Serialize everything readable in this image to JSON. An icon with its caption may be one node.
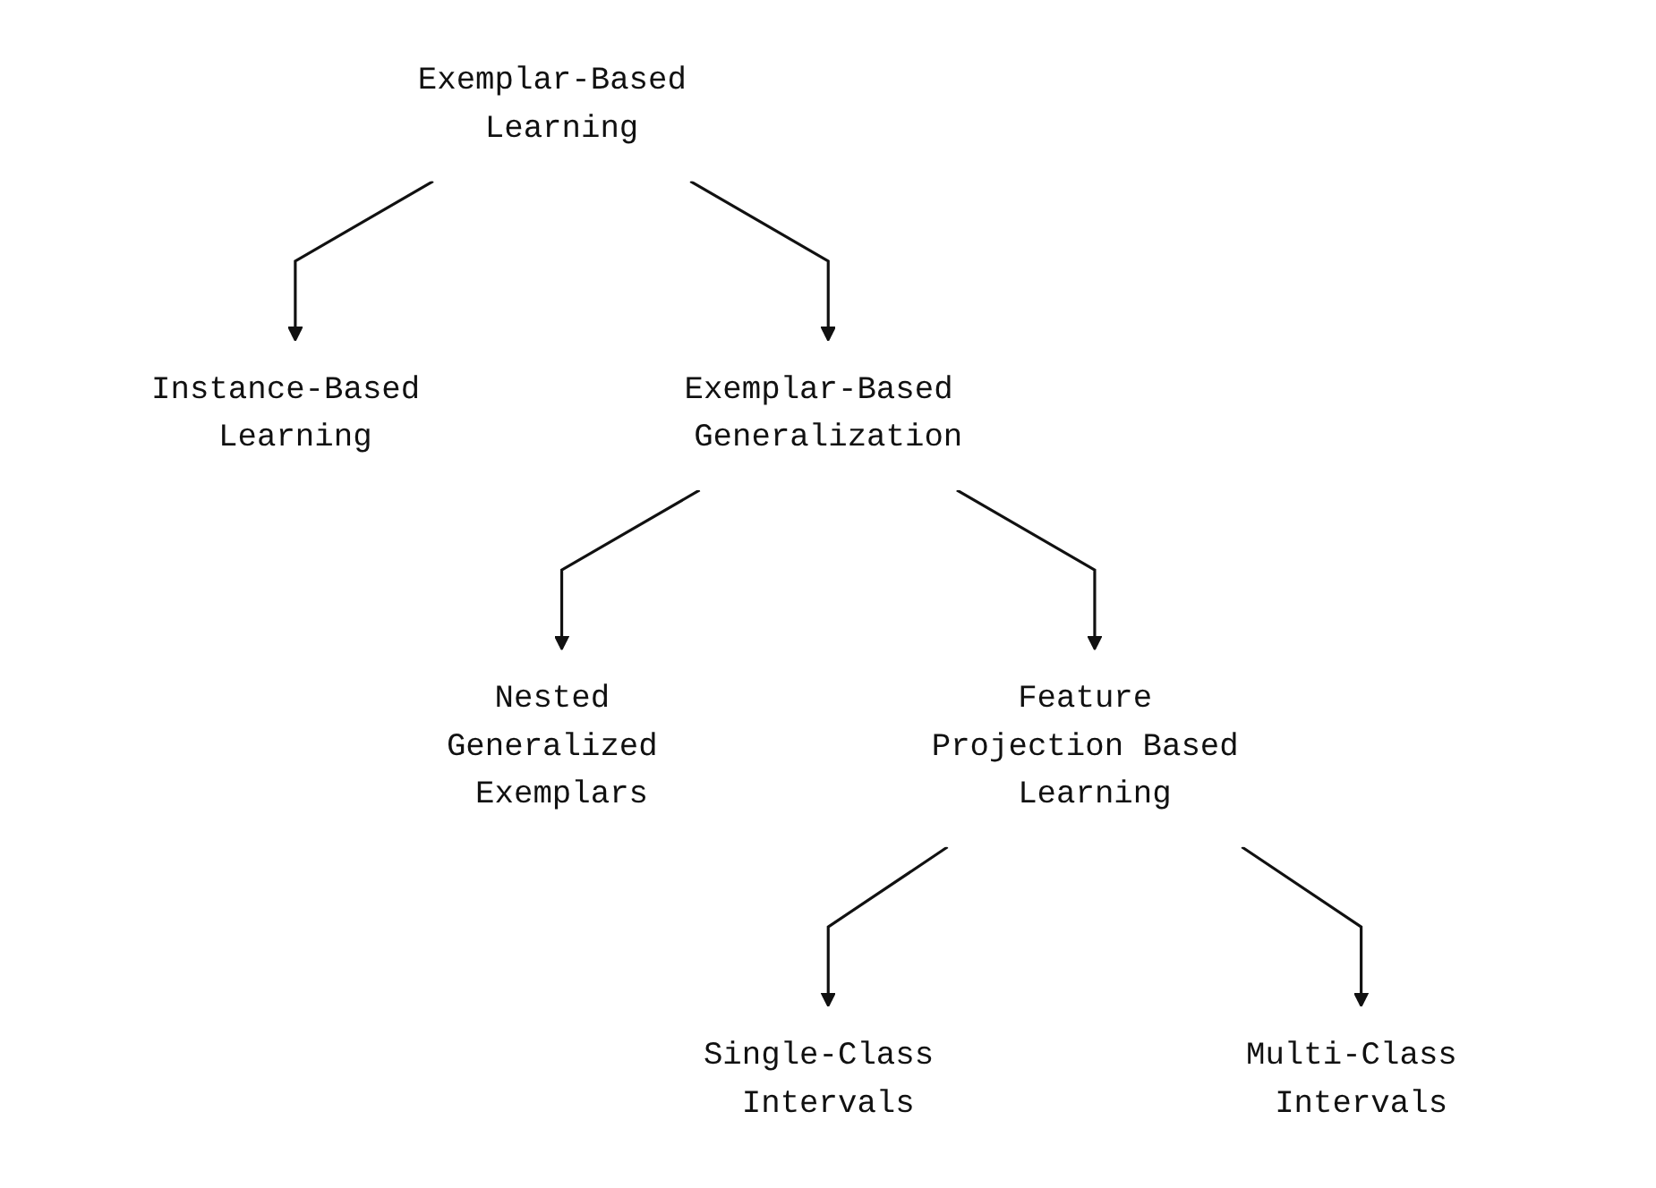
{
  "diagram": {
    "nodes": [
      {
        "text": [
          "Exemplar-Based Learning"
        ]
      },
      {
        "text": [
          "Instance-Based Learning"
        ]
      },
      {
        "text": [
          "Exemplar-Based Generalization"
        ]
      },
      {
        "text": [
          "Nested Generalized Exemplars"
        ]
      },
      {
        "text": [
          "Feature Projection Based Learning"
        ]
      },
      {
        "text": [
          "Single-Class Intervals"
        ]
      },
      {
        "text": [
          "Multi-Class Intervals"
        ]
      }
    ],
    "edges": [
      {
        "from": 0,
        "to": 1,
        "arrow": "to"
      },
      {
        "from": 0,
        "to": 2,
        "arrow": "to"
      },
      {
        "from": 2,
        "to": 3,
        "arrow": "to"
      },
      {
        "from": 2,
        "to": 4,
        "arrow": "to"
      },
      {
        "from": 4,
        "to": 5,
        "arrow": "to"
      },
      {
        "from": 4,
        "to": 6,
        "arrow": "to"
      }
    ]
  }
}
